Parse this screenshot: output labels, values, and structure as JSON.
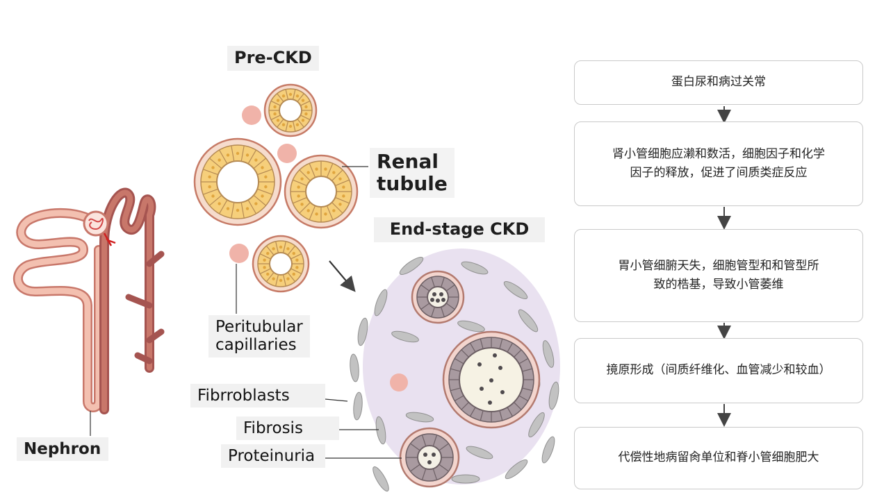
{
  "labels": {
    "pre_ckd": "Pre-CKD",
    "renal_tubule": "Renal\ntubule",
    "end_stage": "End-stage CKD",
    "peritubular": "Peritubular\ncapillaries",
    "fibroblasts": "Fibrroblasts",
    "fibrosis": "Fibrosis",
    "proteinuria": "Proteinuria",
    "nephron": "Nephron"
  },
  "flow": [
    "蛋白尿和病过关常",
    "肾小管细胞应濑和数活，细胞因子和化学\n因子的释放，促进了间质类症反应",
    "胃小管细腑天失，细胞管型和和管型所\n致的梏基，导致小管萎维",
    "摬原形成（间质纤维化、血管减少和较血）",
    "代偿性地病留肏单位和脊小管细胞肥大"
  ],
  "colors": {
    "nephron_pink": "#e9a593",
    "nephron_dark": "#b05e5a",
    "tubule_outer": "#f6e3d8",
    "tubule_ring": "#f4cf7e",
    "fibrotic_bg": "#e8e0ef",
    "arrow": "#444444"
  }
}
